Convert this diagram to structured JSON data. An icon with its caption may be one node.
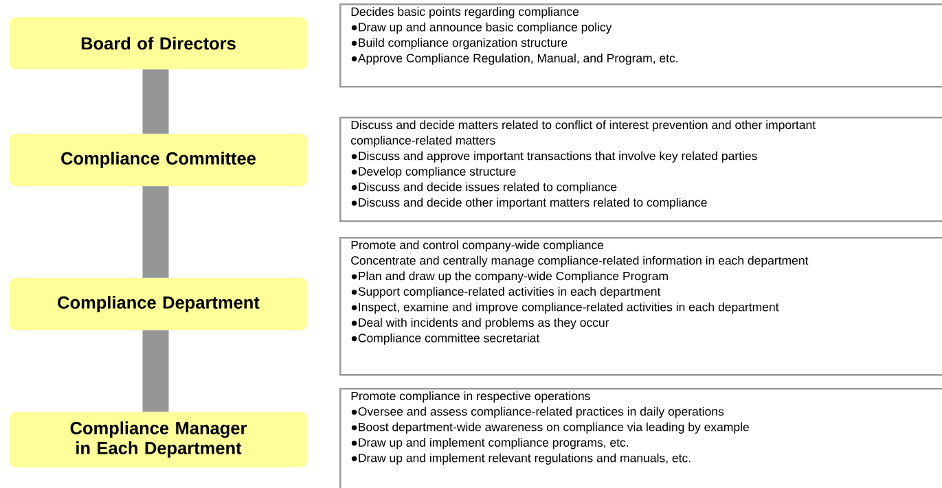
{
  "diagram": {
    "nodes": [
      {
        "text": [
          "Board of Directors"
        ]
      },
      {
        "text": [
          "Compliance Committee"
        ]
      },
      {
        "text": [
          "Compliance Department"
        ]
      },
      {
        "text": [
          "Compliance Manager in Each Department"
        ]
      },
      {
        "text": [
          "Decides basic points regarding compliance",
          "●Draw up and announce basic compliance policy",
          "●Build compliance organization structure",
          "●Approve Compliance Regulation, Manual, and Program, etc."
        ]
      },
      {
        "text": [
          "Discuss and decide matters related to conflict of interest prevention and other important compliance-related matters",
          "●Discuss and approve important transactions that involve key related parties",
          "●Develop compliance structure",
          "●Discuss and decide issues related to compliance",
          "●Discuss and decide other important matters related to compliance"
        ]
      },
      {
        "text": [
          "Promote and control company-wide compliance",
          "Concentrate and centrally manage compliance-related information in each department",
          "●Plan and draw up the company-wide Compliance Program",
          "●Support compliance-related activities in each department",
          "●Inspect, examine and improve compliance-related activities in each department",
          "●Deal with incidents and problems as they occur",
          "●Compliance committee secretariat"
        ]
      },
      {
        "text": [
          "Promote compliance in respective operations",
          "●Oversee and assess compliance-related practices in daily operations",
          "●Boost department-wide awareness on compliance via leading by example",
          "●Draw up and implement compliance programs, etc.",
          "●Draw up and implement relevant regulations and manuals, etc."
        ]
      }
    ],
    "edges": [
      {
        "from": 0,
        "to": 1,
        "arrow": "none"
      },
      {
        "from": 1,
        "to": 2,
        "arrow": "none"
      },
      {
        "from": 2,
        "to": 3,
        "arrow": "none"
      }
    ]
  }
}
